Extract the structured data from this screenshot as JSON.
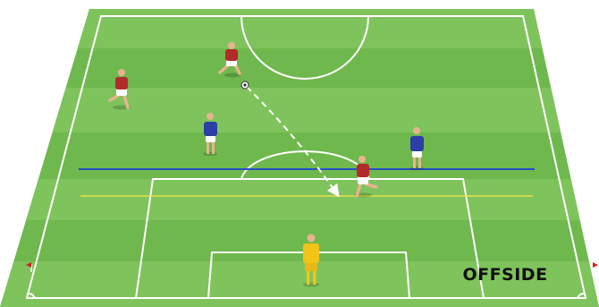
{
  "diagram": {
    "caption": "OFFSIDE",
    "colors": {
      "pitch_light": "#7cc25a",
      "pitch_dark": "#5ea83f",
      "lines": "#ffffff",
      "attacker_shirt": "#b32a2a",
      "attacker_shorts": "#ffffff",
      "defender_shirt": "#2b3fa6",
      "defender_shorts": "#ffffff",
      "goalkeeper_kit": "#f2c418",
      "skin": "#e7b48f",
      "offside_line": "#2450c8",
      "reference_line": "#e3e24a",
      "pass_arrow": "#ffffff",
      "corner_flag": "#d42020"
    },
    "players": [
      {
        "role": "attacker",
        "label": "attacker-with-ball"
      },
      {
        "role": "attacker",
        "label": "attacker-left"
      },
      {
        "role": "attacker",
        "label": "attacker-offside"
      },
      {
        "role": "defender",
        "label": "defender-left"
      },
      {
        "role": "defender",
        "label": "defender-right"
      },
      {
        "role": "goalkeeper",
        "label": "goalkeeper"
      }
    ],
    "ball": "football-icon",
    "pass": "pass-arrow",
    "flags": [
      "corner-flag-left",
      "corner-flag-right"
    ]
  }
}
